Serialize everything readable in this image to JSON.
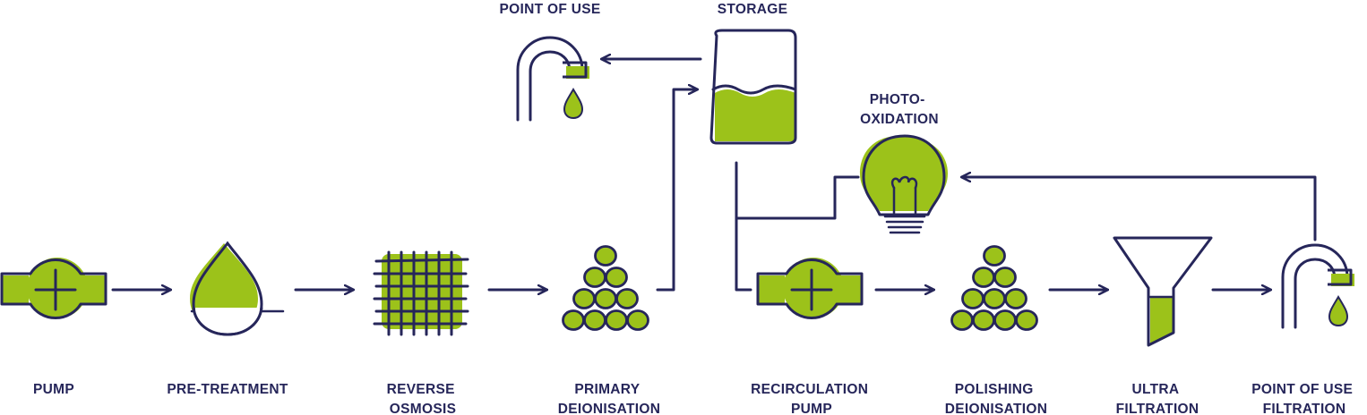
{
  "colors": {
    "ink": "#26265a",
    "accent": "#9cc21a"
  },
  "nodes": {
    "pump": {
      "label_lines": [
        "PUMP"
      ]
    },
    "pre_treatment": {
      "label_lines": [
        "PRE-TREATMENT"
      ]
    },
    "reverse_osmosis": {
      "label_lines": [
        "REVERSE",
        "OSMOSIS"
      ]
    },
    "primary_deionisation": {
      "label_lines": [
        "PRIMARY",
        "DEIONISATION"
      ]
    },
    "storage": {
      "label_lines": [
        "STORAGE"
      ]
    },
    "point_of_use_top": {
      "label_lines": [
        "POINT OF USE"
      ]
    },
    "photo_oxidation": {
      "label_lines": [
        "PHOTO-",
        "OXIDATION"
      ]
    },
    "recirculation_pump": {
      "label_lines": [
        "RECIRCULATION",
        "PUMP"
      ]
    },
    "polishing_deionisation": {
      "label_lines": [
        "POLISHING",
        "DEIONISATION"
      ]
    },
    "ultra_filtration": {
      "label_lines": [
        "ULTRA",
        "FILTRATION"
      ]
    },
    "point_of_use_filtration": {
      "label_lines": [
        "POINT OF USE",
        "FILTRATION"
      ]
    }
  },
  "icons": {
    "pump": "pump-icon",
    "pre_treatment": "droplet-icon",
    "reverse_osmosis": "membrane-grid-icon",
    "primary_deionisation": "resin-beads-icon",
    "storage": "tank-icon",
    "point_of_use_top": "tap-icon",
    "photo_oxidation": "uv-lamp-icon",
    "recirculation_pump": "pump-icon",
    "polishing_deionisation": "resin-beads-icon",
    "ultra_filtration": "funnel-icon",
    "point_of_use_filtration": "tap-icon"
  }
}
